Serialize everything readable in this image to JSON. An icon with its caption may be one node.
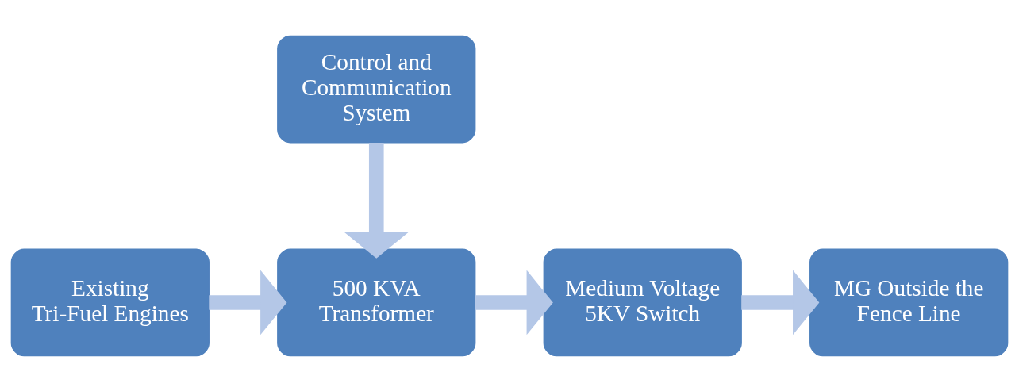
{
  "diagram": {
    "nodes": [
      {
        "text": [
          "Control and Communication System"
        ]
      },
      {
        "text": [
          "Existing Tri-Fuel Engines"
        ]
      },
      {
        "text": [
          "500 KVA Transformer"
        ]
      },
      {
        "text": [
          "Medium Voltage 5KV Switch"
        ]
      },
      {
        "text": [
          "MG Outside the Fence Line"
        ]
      }
    ],
    "edges": [
      {
        "from": 0,
        "to": 2,
        "arrow": "to"
      },
      {
        "from": 1,
        "to": 2,
        "arrow": "to"
      },
      {
        "from": 2,
        "to": 3,
        "arrow": "to"
      },
      {
        "from": 3,
        "to": 4,
        "arrow": "to"
      }
    ]
  }
}
